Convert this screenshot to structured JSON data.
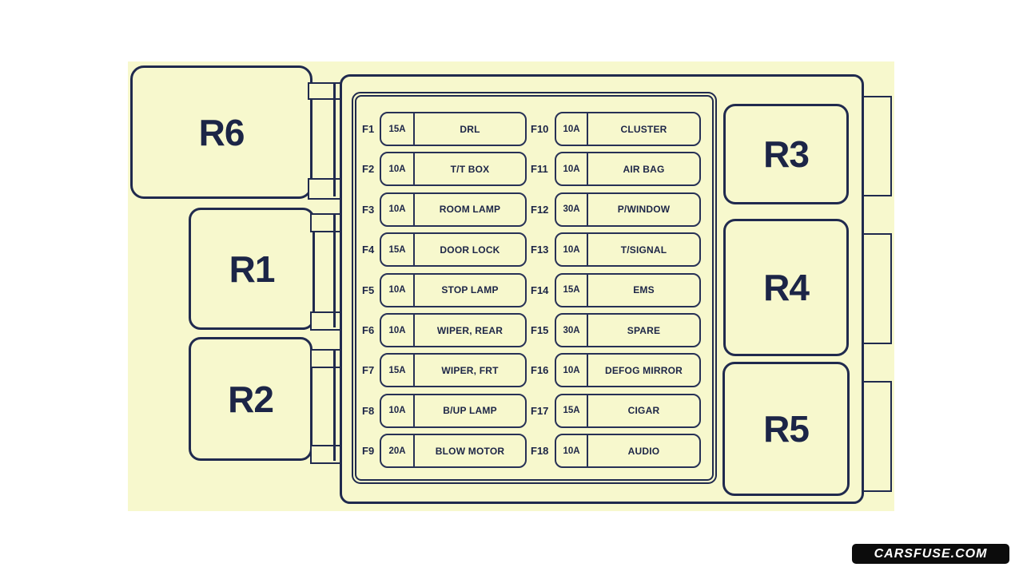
{
  "colors": {
    "page_background": "#ffffff",
    "diagram_background": "#f7f8cd",
    "ink": "#202a4e",
    "watermark_background": "#0c0c0c",
    "watermark_text_color": "#ffffff"
  },
  "relays_left": [
    {
      "label": "R6"
    },
    {
      "label": "R1"
    },
    {
      "label": "R2"
    }
  ],
  "relays_right": [
    {
      "label": "R3"
    },
    {
      "label": "R4"
    },
    {
      "label": "R5"
    }
  ],
  "fuses_left": [
    {
      "id": "F1",
      "amp": "15A",
      "name": "DRL"
    },
    {
      "id": "F2",
      "amp": "10A",
      "name": "T/T BOX"
    },
    {
      "id": "F3",
      "amp": "10A",
      "name": "ROOM LAMP"
    },
    {
      "id": "F4",
      "amp": "15A",
      "name": "DOOR LOCK"
    },
    {
      "id": "F5",
      "amp": "10A",
      "name": "STOP LAMP"
    },
    {
      "id": "F6",
      "amp": "10A",
      "name": "WIPER, REAR"
    },
    {
      "id": "F7",
      "amp": "15A",
      "name": "WIPER, FRT"
    },
    {
      "id": "F8",
      "amp": "10A",
      "name": "B/UP LAMP"
    },
    {
      "id": "F9",
      "amp": "20A",
      "name": "BLOW MOTOR"
    }
  ],
  "fuses_right": [
    {
      "id": "F10",
      "amp": "10A",
      "name": "CLUSTER"
    },
    {
      "id": "F11",
      "amp": "10A",
      "name": "AIR BAG"
    },
    {
      "id": "F12",
      "amp": "30A",
      "name": "P/WINDOW"
    },
    {
      "id": "F13",
      "amp": "10A",
      "name": "T/SIGNAL"
    },
    {
      "id": "F14",
      "amp": "15A",
      "name": "EMS"
    },
    {
      "id": "F15",
      "amp": "30A",
      "name": "SPARE"
    },
    {
      "id": "F16",
      "amp": "10A",
      "name": "DEFOG MIRROR"
    },
    {
      "id": "F17",
      "amp": "15A",
      "name": "CIGAR"
    },
    {
      "id": "F18",
      "amp": "10A",
      "name": "AUDIO"
    }
  ],
  "watermark": {
    "text": "CARSFUSE.COM"
  }
}
